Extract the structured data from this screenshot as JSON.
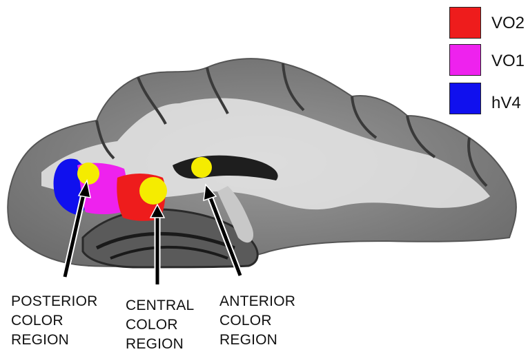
{
  "legend": {
    "items": [
      {
        "label": "VO2",
        "color": "#ee1c1c"
      },
      {
        "label": "VO1",
        "color": "#ee22ee"
      },
      {
        "label": "hV4",
        "color": "#1010ee"
      }
    ]
  },
  "regions": {
    "marker_color": "#f5ec00",
    "posterior": {
      "line1": "POSTERIOR",
      "line2": "COLOR",
      "line3": "REGION"
    },
    "central": {
      "line1": "CENTRAL",
      "line2": "COLOR",
      "line3": "REGION"
    },
    "anterior": {
      "line1": "ANTERIOR",
      "line2": "COLOR",
      "line3": "REGION"
    }
  },
  "colors": {
    "brain_gray": "#8a8a8a",
    "white_matter": "#e4e4e4",
    "dark_matter": "#2a2a2a"
  }
}
